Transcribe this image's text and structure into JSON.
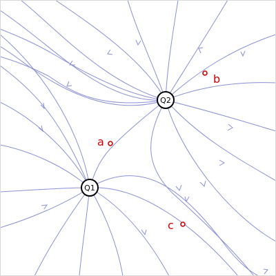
{
  "charges": [
    {
      "label": "Q1"
    },
    {
      "label": "Q2"
    }
  ],
  "points": [
    {
      "label": "a"
    },
    {
      "label": "b"
    },
    {
      "label": "c"
    }
  ],
  "colors": {
    "field_line": "#8890d6",
    "charge_stroke": "#000000",
    "point_color": "#cc0000"
  }
}
